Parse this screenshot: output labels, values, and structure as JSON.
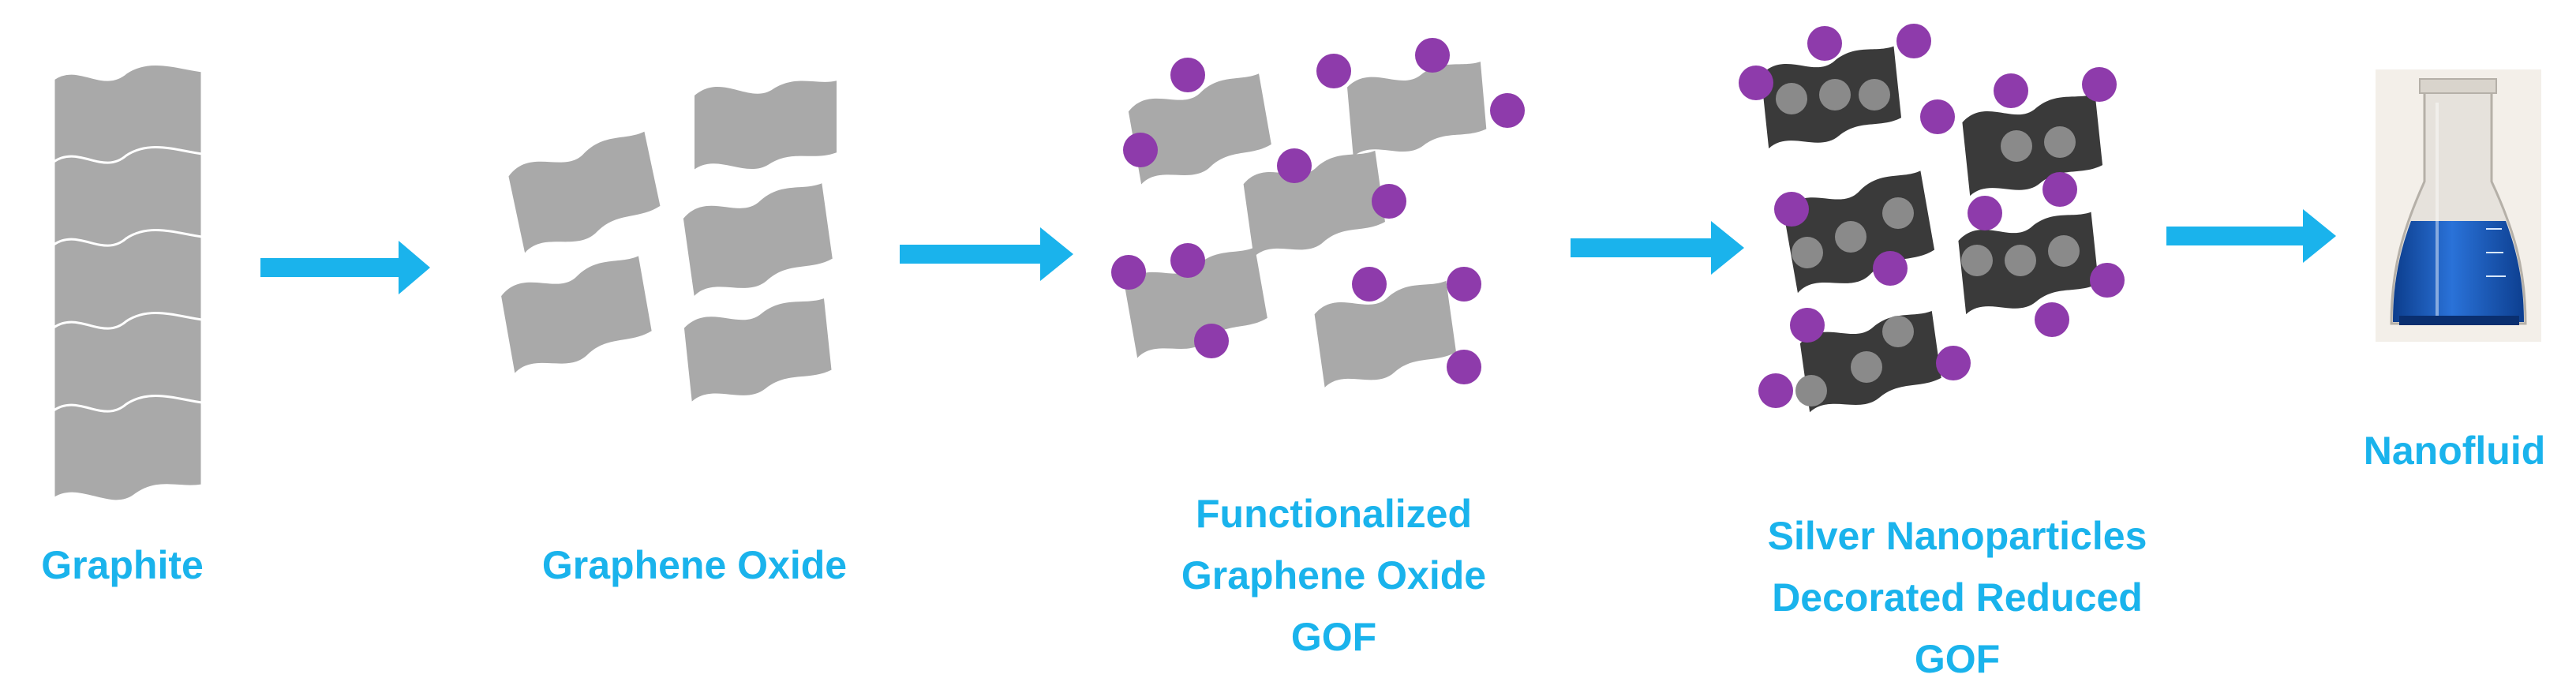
{
  "stages": [
    {
      "id": "graphite",
      "lines": [
        "Graphite"
      ]
    },
    {
      "id": "graphene-oxide",
      "lines": [
        "Graphene Oxide"
      ]
    },
    {
      "id": "functionalized-graphene-oxide",
      "lines": [
        "Functionalized",
        "Graphene Oxide",
        "GOF"
      ]
    },
    {
      "id": "silver-decorated-reduced-gof",
      "lines": [
        "Silver Nanoparticles",
        "Decorated Reduced",
        "GOF"
      ]
    },
    {
      "id": "nanofluid",
      "lines": [
        "Nanofluid"
      ]
    }
  ],
  "colors": {
    "label": "#1ab3ec",
    "arrow": "#1ab3ec",
    "sheet_gray": "#a9a9a9",
    "sheet_dark": "#3a3a3a",
    "particle_purple": "#8e3bab",
    "silver_dot": "#8a8a8a",
    "fluid_blue": "#1f62c8"
  }
}
